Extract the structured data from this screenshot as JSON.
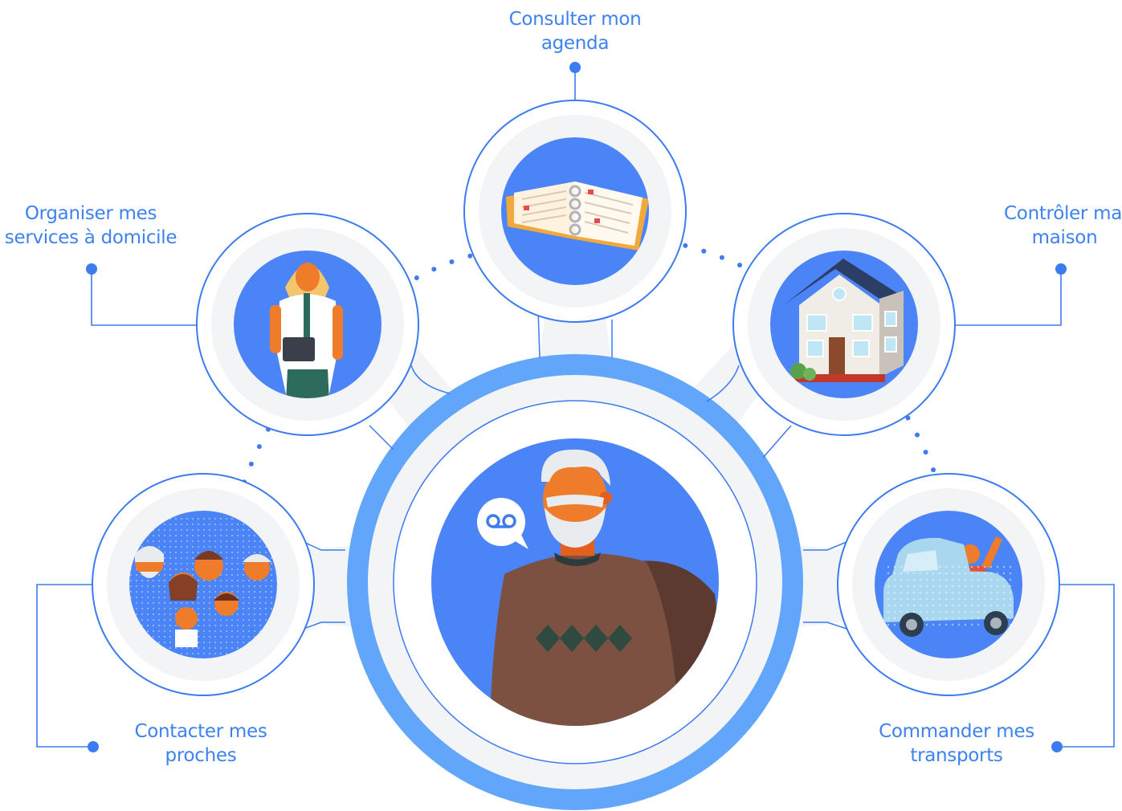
{
  "diagram": {
    "colors": {
      "primary_blue": "#4b84f7",
      "ring_blue": "#3d7bf0",
      "light_blue": "#62a6fb",
      "track_gray": "#f3f4f6",
      "label_blue": "#3d82ef"
    },
    "center": {
      "icon": "voicemail-icon",
      "illustration": "elderly-man-portrait"
    },
    "nodes": [
      {
        "id": "agenda",
        "label_line1": "Consulter mon",
        "label_line2": "agenda",
        "illustration": "open-agenda-book"
      },
      {
        "id": "services",
        "label_line1": "Organiser mes",
        "label_line2": "services à domicile",
        "illustration": "home-care-nurse"
      },
      {
        "id": "maison",
        "label_line1": "Contrôler ma",
        "label_line2": "maison",
        "illustration": "house"
      },
      {
        "id": "proches",
        "label_line1": "Contacter mes",
        "label_line2": "proches",
        "illustration": "family-portraits"
      },
      {
        "id": "transports",
        "label_line1": "Commander mes",
        "label_line2": "transports",
        "illustration": "car-with-passengers"
      }
    ]
  }
}
